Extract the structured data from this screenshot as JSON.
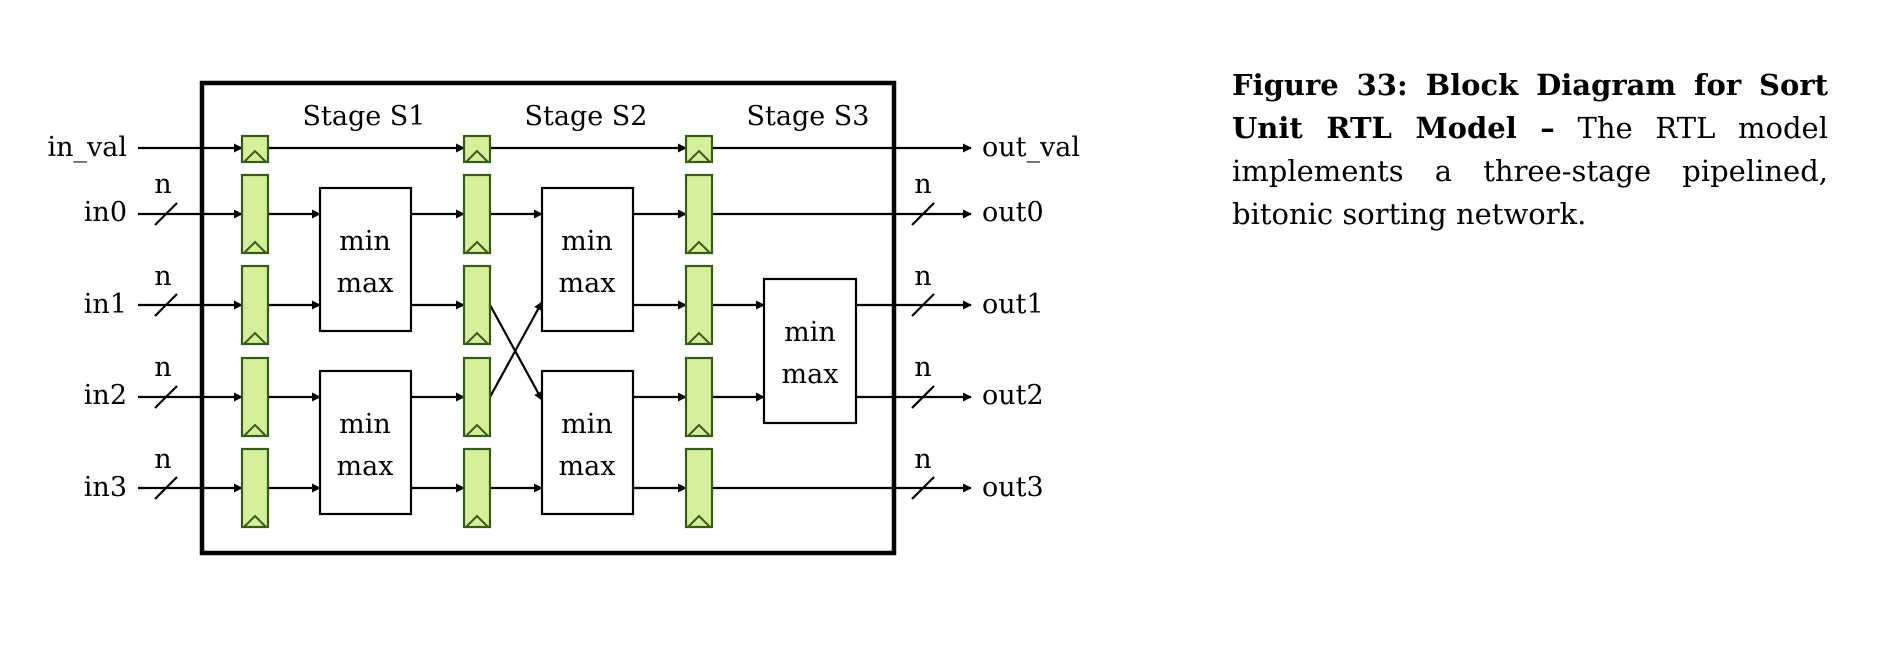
{
  "diagram": {
    "stages": [
      "Stage S1",
      "Stage S2",
      "Stage S3"
    ],
    "inputs": {
      "valid": "in_val",
      "data": [
        "in0",
        "in1",
        "in2",
        "in3"
      ]
    },
    "outputs": {
      "valid": "out_val",
      "data": [
        "out0",
        "out1",
        "out2",
        "out3"
      ]
    },
    "bus_width": "n",
    "minmax_line1": "min",
    "minmax_line2": "max",
    "colors": {
      "register_fill": "#d4f09a",
      "register_stroke": "#3a5a1c"
    }
  },
  "caption": {
    "label": "Figure 33: Block Diagram for Sort Unit RTL Model –",
    "text": "The RTL model implements a three-stage pipelined, bitonic sorting network."
  }
}
